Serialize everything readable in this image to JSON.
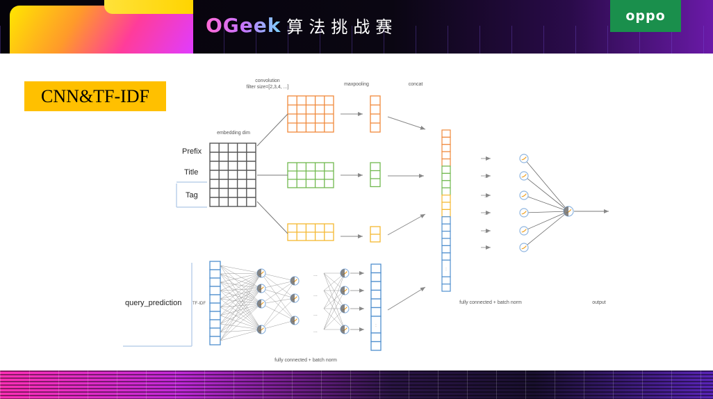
{
  "header": {
    "logo_text": "OGeek",
    "logo_cn": "算法挑战赛",
    "brand": "oppo"
  },
  "slide": {
    "title": "CNN&TF-IDF"
  },
  "diagram": {
    "label_convolution": "convolution",
    "label_filter_size": "filter size=[2,3,4, ...]",
    "label_maxpooling": "maxpooling",
    "label_concat": "concat",
    "label_embedding_dim": "embedding dim",
    "inputs": [
      "Prefix",
      "Title",
      "Tag"
    ],
    "label_query_prediction": "query_prediction",
    "label_tfidf": "TF-IDF",
    "label_ellipsis": "...",
    "label_fc_bottom": "fully connected + batch norm",
    "label_fc_right": "fully connected + batch norm",
    "label_output": "output",
    "colors": {
      "orange": "#f0883a",
      "green": "#70b84e",
      "yellow": "#f5b830",
      "blue": "#4f8fce",
      "gray": "#555555"
    }
  }
}
